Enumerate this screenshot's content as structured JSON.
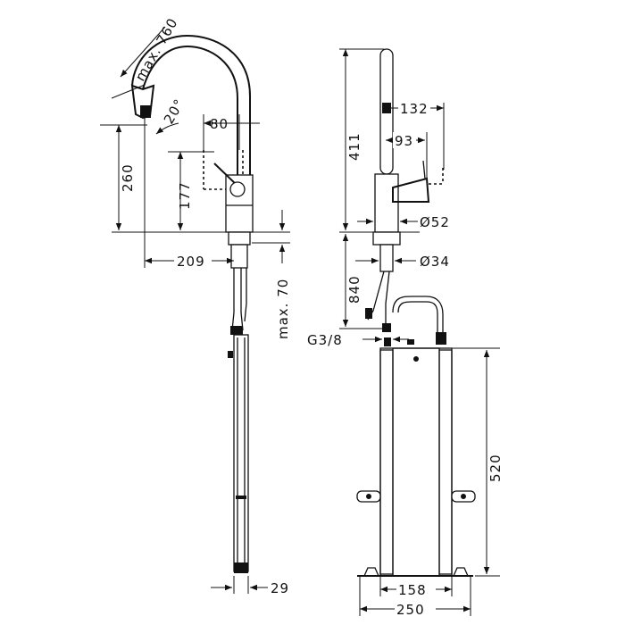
{
  "dimensions": {
    "max_reach": "max. 760",
    "angle": "20°",
    "spout_offset": "80",
    "height_total": "260",
    "lever_height": "177",
    "reach": "209",
    "max_below": "max. 70",
    "hose_width": "29",
    "height_411": "411",
    "spout_132": "132",
    "lever_93": "93",
    "diameter_body": "Ø52",
    "diameter_shank": "Ø34",
    "hose_length": "840",
    "thread": "G3/8",
    "box_height": "520",
    "box_inner": "158",
    "box_outer": "250"
  }
}
